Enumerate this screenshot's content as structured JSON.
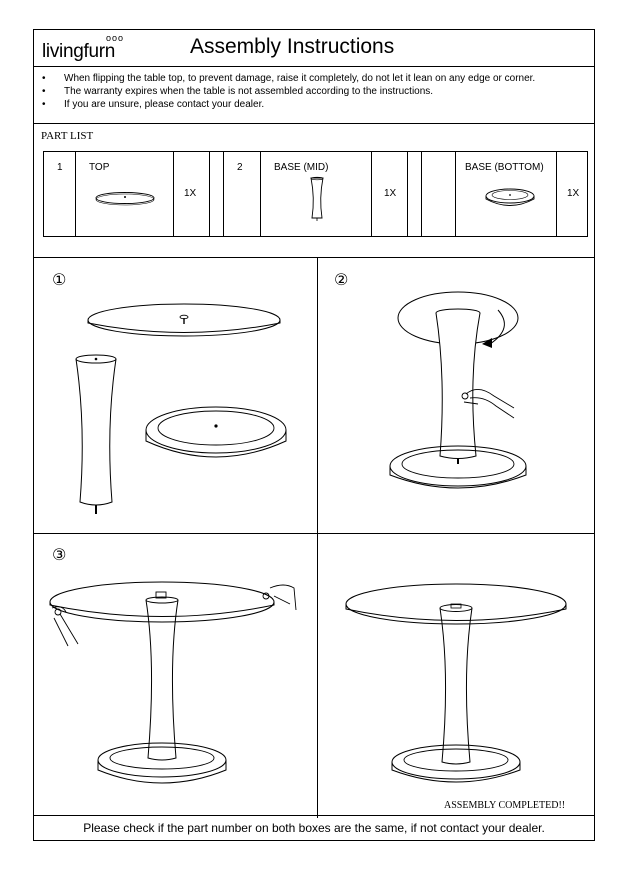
{
  "header": {
    "logo_text": "livingfurn",
    "logo_mark": "ooo",
    "title": "Assembly Instructions"
  },
  "notes": [
    "When flipping the table top, to prevent damage, raise it completely, do not let it lean on any edge or corner.",
    "The warranty expires when the table is not assembled according to the instructions.",
    "If you are unsure, please contact your dealer."
  ],
  "bullet": "•",
  "part_list": {
    "label": "PART LIST",
    "parts": [
      {
        "number": "1",
        "name": "TOP",
        "qty": "1X"
      },
      {
        "number": "2",
        "name": "BASE (MID)",
        "qty": "1X"
      },
      {
        "number": "",
        "name": "BASE (BOTTOM)",
        "qty": "1X"
      }
    ]
  },
  "steps": {
    "step1": "①",
    "step2": "②",
    "step3": "③"
  },
  "completed": "ASSEMBLY COMPLETED!!",
  "footer": "Please check if the part number on both boxes are the same, if not contact your dealer."
}
